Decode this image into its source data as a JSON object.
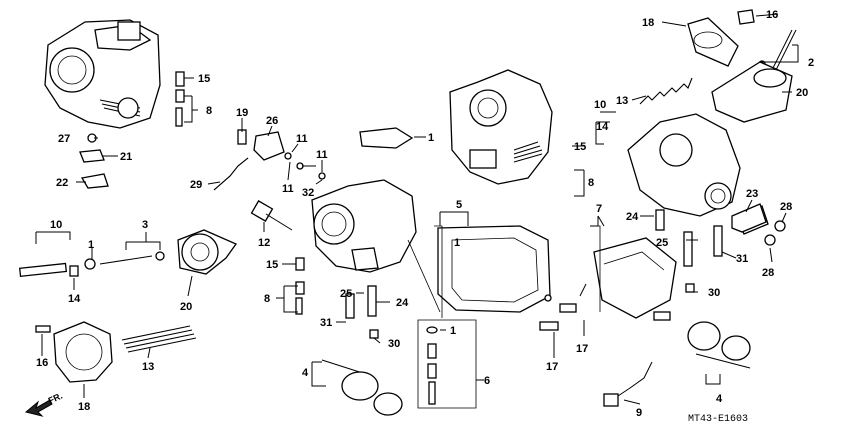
{
  "diagram": {
    "drawing_code": "MT43-E1603",
    "direction_label": "FR.",
    "callouts": [
      {
        "id": "c18a",
        "text": "18"
      },
      {
        "id": "c16a",
        "text": "16"
      },
      {
        "id": "c2",
        "text": "2"
      },
      {
        "id": "c15a",
        "text": "15"
      },
      {
        "id": "c8a",
        "text": "8"
      },
      {
        "id": "c19",
        "text": "19"
      },
      {
        "id": "c26",
        "text": "26"
      },
      {
        "id": "c1a",
        "text": "1"
      },
      {
        "id": "c13a",
        "text": "13"
      },
      {
        "id": "c20a",
        "text": "20"
      },
      {
        "id": "c10a",
        "text": "10"
      },
      {
        "id": "c14a",
        "text": "14"
      },
      {
        "id": "c27",
        "text": "27"
      },
      {
        "id": "c21",
        "text": "21"
      },
      {
        "id": "c11a",
        "text": "11"
      },
      {
        "id": "c11b",
        "text": "11"
      },
      {
        "id": "c11c",
        "text": "11"
      },
      {
        "id": "c15b",
        "text": "15"
      },
      {
        "id": "c8b",
        "text": "8"
      },
      {
        "id": "c22",
        "text": "22"
      },
      {
        "id": "c29",
        "text": "29"
      },
      {
        "id": "c32",
        "text": "32"
      },
      {
        "id": "c23",
        "text": "23"
      },
      {
        "id": "c28a",
        "text": "28"
      },
      {
        "id": "c10b",
        "text": "10"
      },
      {
        "id": "c3",
        "text": "3"
      },
      {
        "id": "c5",
        "text": "5"
      },
      {
        "id": "c7",
        "text": "7"
      },
      {
        "id": "c24a",
        "text": "24"
      },
      {
        "id": "c1b",
        "text": "1"
      },
      {
        "id": "c12",
        "text": "12"
      },
      {
        "id": "c25a",
        "text": "25"
      },
      {
        "id": "c31a",
        "text": "31"
      },
      {
        "id": "c28b",
        "text": "28"
      },
      {
        "id": "c14b",
        "text": "14"
      },
      {
        "id": "c20b",
        "text": "20"
      },
      {
        "id": "c15c",
        "text": "15"
      },
      {
        "id": "c1c",
        "text": "1"
      },
      {
        "id": "c8c",
        "text": "8"
      },
      {
        "id": "c25b",
        "text": "25"
      },
      {
        "id": "c24b",
        "text": "24"
      },
      {
        "id": "c30a",
        "text": "30"
      },
      {
        "id": "c31b",
        "text": "31"
      },
      {
        "id": "c1d",
        "text": "1"
      },
      {
        "id": "c17a",
        "text": "17"
      },
      {
        "id": "c16b",
        "text": "16"
      },
      {
        "id": "c13b",
        "text": "13"
      },
      {
        "id": "c30b",
        "text": "30"
      },
      {
        "id": "c17b",
        "text": "17"
      },
      {
        "id": "c4a",
        "text": "4"
      },
      {
        "id": "c6",
        "text": "6"
      },
      {
        "id": "c9",
        "text": "9"
      },
      {
        "id": "c4b",
        "text": "4"
      },
      {
        "id": "c18b",
        "text": "18"
      }
    ]
  }
}
